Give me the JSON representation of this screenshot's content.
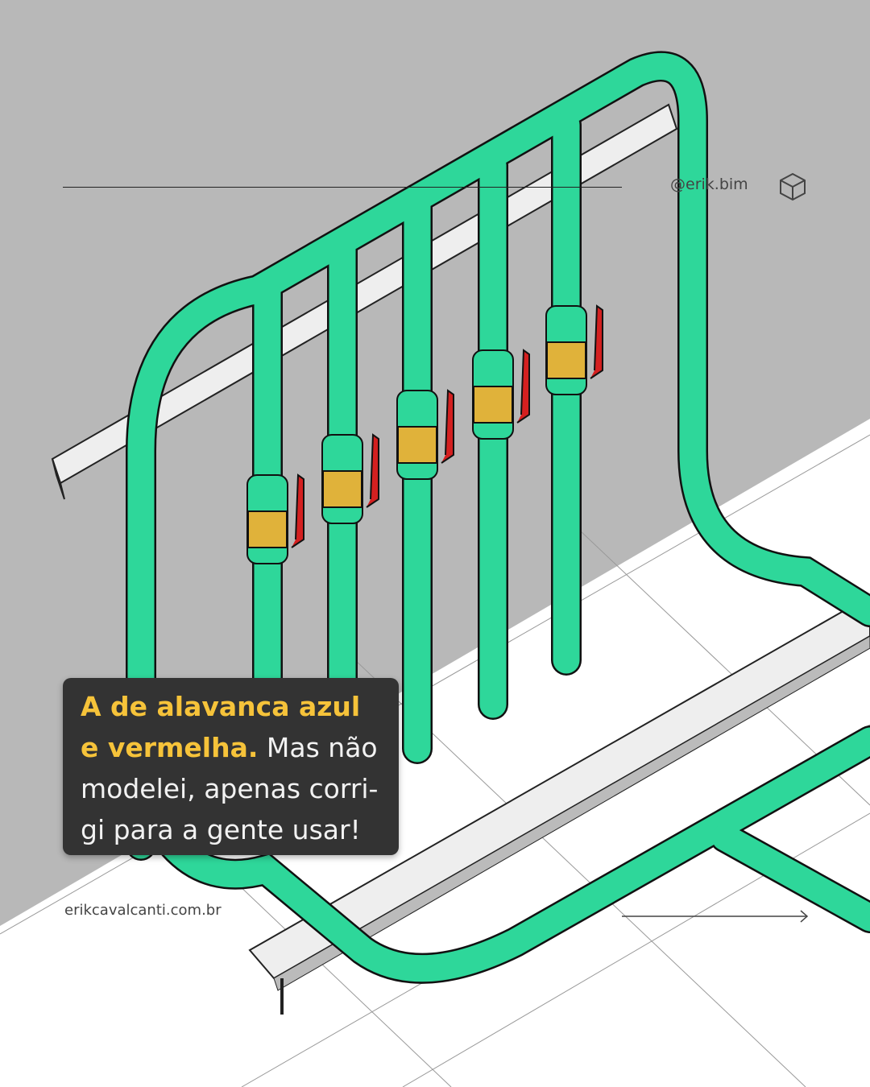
{
  "header": {
    "handle": "@erik.bim",
    "logo_icon": "cube-icon"
  },
  "callout": {
    "highlight": "A de alavanca azul e vermelha.",
    "body": " Mas não modelei, apenas corri-gi para a gente usar!"
  },
  "footer": {
    "website": "erikcavalcanti.com.br",
    "next_icon": "arrow-right-icon"
  },
  "colors": {
    "wall": "#b8b8b8",
    "pipe": "#2ed79a",
    "brass": "#e0b23a",
    "lever": "#d42020",
    "callout_bg": "#333333",
    "highlight": "#f6c33a"
  }
}
